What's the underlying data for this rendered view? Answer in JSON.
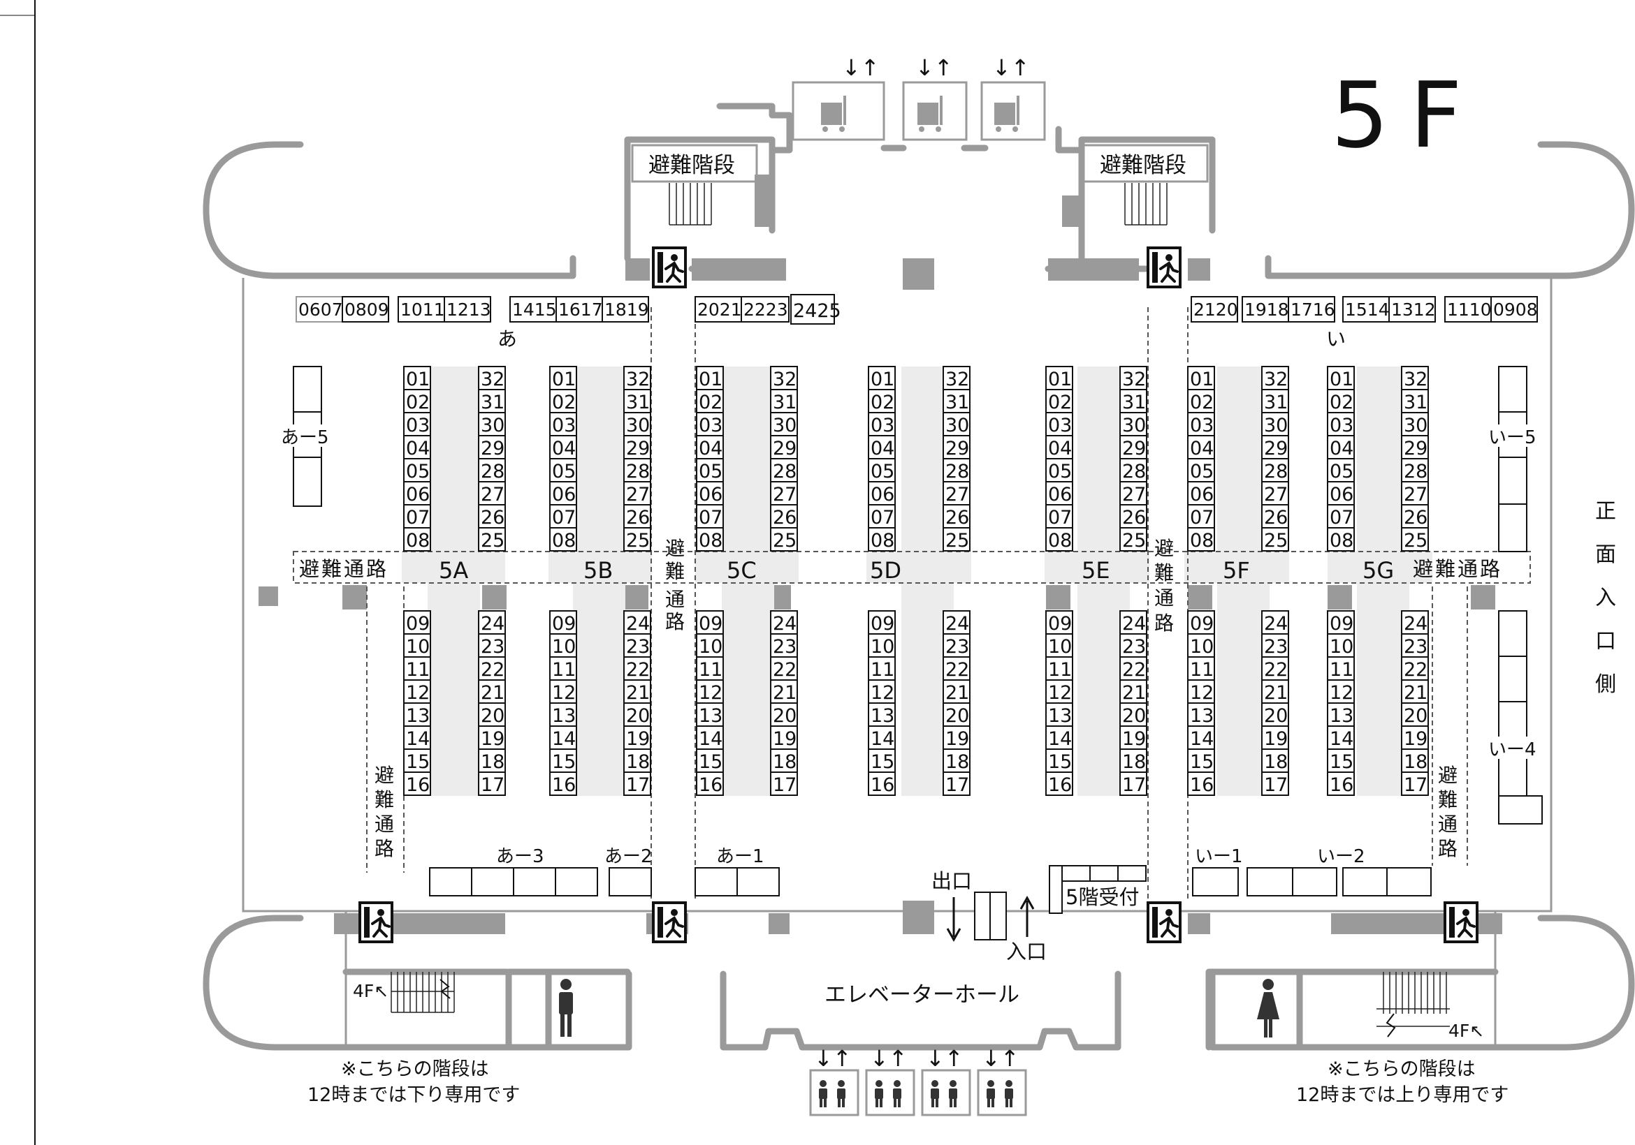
{
  "floor_label": "5F",
  "front_side": "正面入口側",
  "evac_stair_label": "避難階段",
  "evac_path_label": "避難通路",
  "exit_label": "出口",
  "entrance_label": "入口",
  "reception_label": "5階受付",
  "elevator_hall": "エレベーターホール",
  "stair_left_dir": "4F↖",
  "stair_right_dir": "4F↖",
  "note_left": [
    "※こちらの階段は",
    "12時までは下り専用です"
  ],
  "note_right": [
    "※こちらの階段は",
    "12時までは上り専用です"
  ],
  "zone_a": "あ",
  "zone_i": "い",
  "island_codes": [
    "5A",
    "5B",
    "5C",
    "5D",
    "5E",
    "5F",
    "5G"
  ],
  "booth_left_col_top": [
    "01",
    "02",
    "03",
    "04",
    "05",
    "06",
    "07",
    "08"
  ],
  "booth_right_col_top": [
    "32",
    "31",
    "30",
    "29",
    "28",
    "27",
    "26",
    "25"
  ],
  "booth_left_col_bottom": [
    "09",
    "10",
    "11",
    "12",
    "13",
    "14",
    "15",
    "16"
  ],
  "booth_right_col_bottom": [
    "24",
    "23",
    "22",
    "21",
    "20",
    "19",
    "18",
    "17"
  ],
  "top_row_a": [
    "0607",
    "0809",
    "1011",
    "1213",
    "1415",
    "1617",
    "1819",
    "2021",
    "2223",
    "2425"
  ],
  "top_row_i": [
    "2120",
    "1918",
    "1716",
    "1514",
    "1312",
    "1110",
    "0908"
  ],
  "side_labels": {
    "a5": "あー5",
    "a3": "あー3",
    "a2": "あー2",
    "a1": "あー1",
    "i1": "いー1",
    "i2": "いー2",
    "i4": "いー4",
    "i5": "いー5"
  },
  "colors": {
    "wall": "#9a9a9a",
    "aisle": "#ececec",
    "ink": "#111111"
  },
  "icons": [
    "emergency-exit-icon",
    "elevator-icon",
    "cargo-elevator-icon",
    "mens-restroom-icon",
    "womens-restroom-icon"
  ]
}
